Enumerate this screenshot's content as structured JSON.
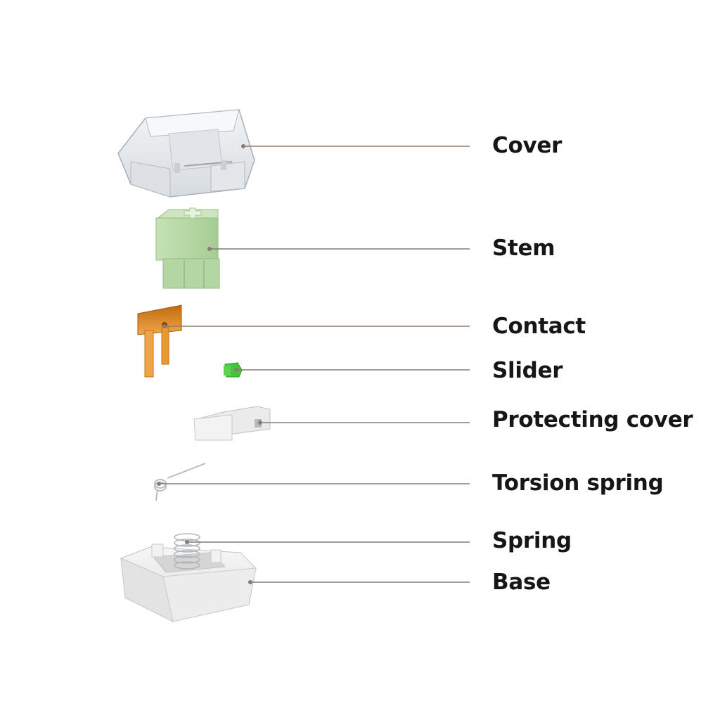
{
  "parts": [
    {
      "id": "cover",
      "label": "Cover"
    },
    {
      "id": "stem",
      "label": "Stem"
    },
    {
      "id": "contact",
      "label": "Contact"
    },
    {
      "id": "slider",
      "label": "Slider"
    },
    {
      "id": "protecting-cover",
      "label": "Protecting cover"
    },
    {
      "id": "torsion-spring",
      "label": "Torsion spring"
    },
    {
      "id": "spring",
      "label": "Spring"
    },
    {
      "id": "base",
      "label": "Base"
    }
  ],
  "colors": {
    "leader_line": "#8a7a72",
    "stem": "#b7d8a6",
    "slider": "#3fc23a",
    "contact": "#d9821a",
    "cover": "#e7eaee",
    "base": "#ececec"
  }
}
